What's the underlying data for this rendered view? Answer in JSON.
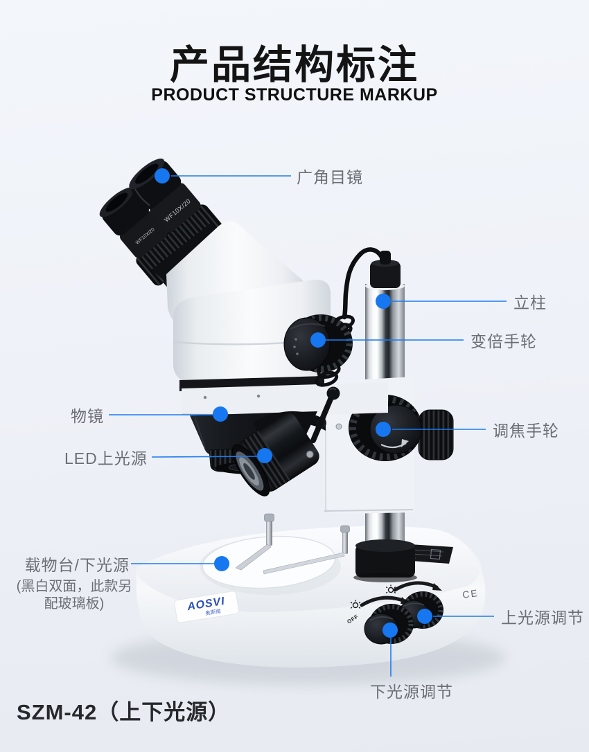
{
  "header": {
    "title": "产品结构标注",
    "subtitle": "PRODUCT STRUCTURE MARKUP"
  },
  "callouts": [
    {
      "id": "eyepiece",
      "label": "广角目镜"
    },
    {
      "id": "pillar",
      "label": "立柱"
    },
    {
      "id": "zoom-knob",
      "label": "变倍手轮"
    },
    {
      "id": "objective",
      "label": "物镜"
    },
    {
      "id": "led-upper-light",
      "label": "LED上光源"
    },
    {
      "id": "focus-knob",
      "label": "调焦手轮"
    },
    {
      "id": "stage-lower-light",
      "label": "载物台/下光源",
      "note_line1": "(黑白双面，此款另",
      "note_line2": "配玻璃板)"
    },
    {
      "id": "upper-light-adjust",
      "label": "上光源调节"
    },
    {
      "id": "lower-light-adjust",
      "label": "下光源调节"
    }
  ],
  "caption": {
    "model": "SZM-42（上下光源）"
  },
  "microscope": {
    "brand": "AOSVI",
    "brand_sub": "奥斯微",
    "eyepiece_marking": "WF10X/20",
    "power_off_label": "OFF",
    "ce_mark": "CE"
  },
  "colors": {
    "accent": "#1677f0",
    "callout_line": "#1c7bf2",
    "label_text": "#6b6e74",
    "title_text": "#141414"
  }
}
